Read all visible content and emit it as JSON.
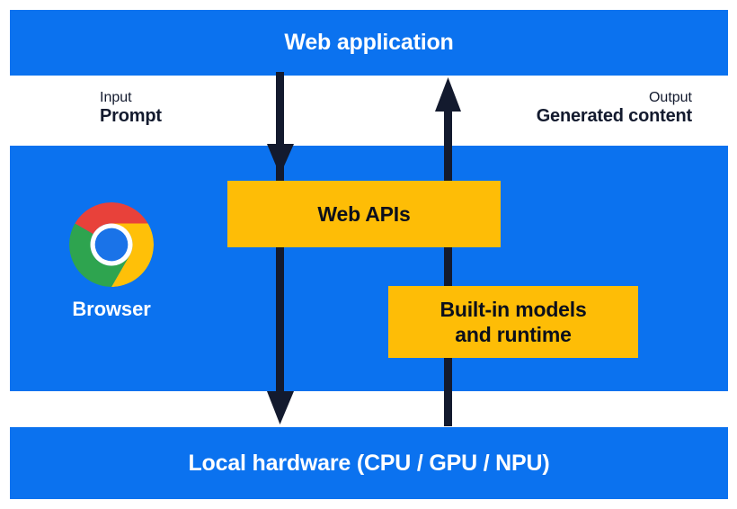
{
  "diagram": {
    "title": "Web application",
    "bands": {
      "web_application": {
        "label": "Web application"
      },
      "browser": {
        "label": "Browser"
      },
      "local_hardware": {
        "label": "Local hardware (CPU / GPU / NPU)"
      }
    },
    "flows": {
      "input": {
        "kind": "Input",
        "value": "Prompt"
      },
      "output": {
        "kind": "Output",
        "value": "Generated content"
      }
    },
    "boxes": {
      "web_apis": {
        "label": "Web APIs"
      },
      "built_in_models": {
        "line1": "Built-in models",
        "line2": "and runtime"
      }
    },
    "icons": {
      "chrome_logo": "chrome-logo-icon",
      "arrow_down": "arrow-down-icon",
      "arrow_up": "arrow-up-icon"
    },
    "colors": {
      "band_blue": "#0B72EF",
      "box_yellow": "#FEBD06",
      "arrow_navy": "#131A2E",
      "text_dark": "#131A2E",
      "text_light": "#FFFFFF",
      "chrome_red": "#E8403A",
      "chrome_yellow": "#FFC107",
      "chrome_green": "#34A853",
      "chrome_blue": "#1A73E8",
      "background": "#FFFFFF"
    }
  }
}
